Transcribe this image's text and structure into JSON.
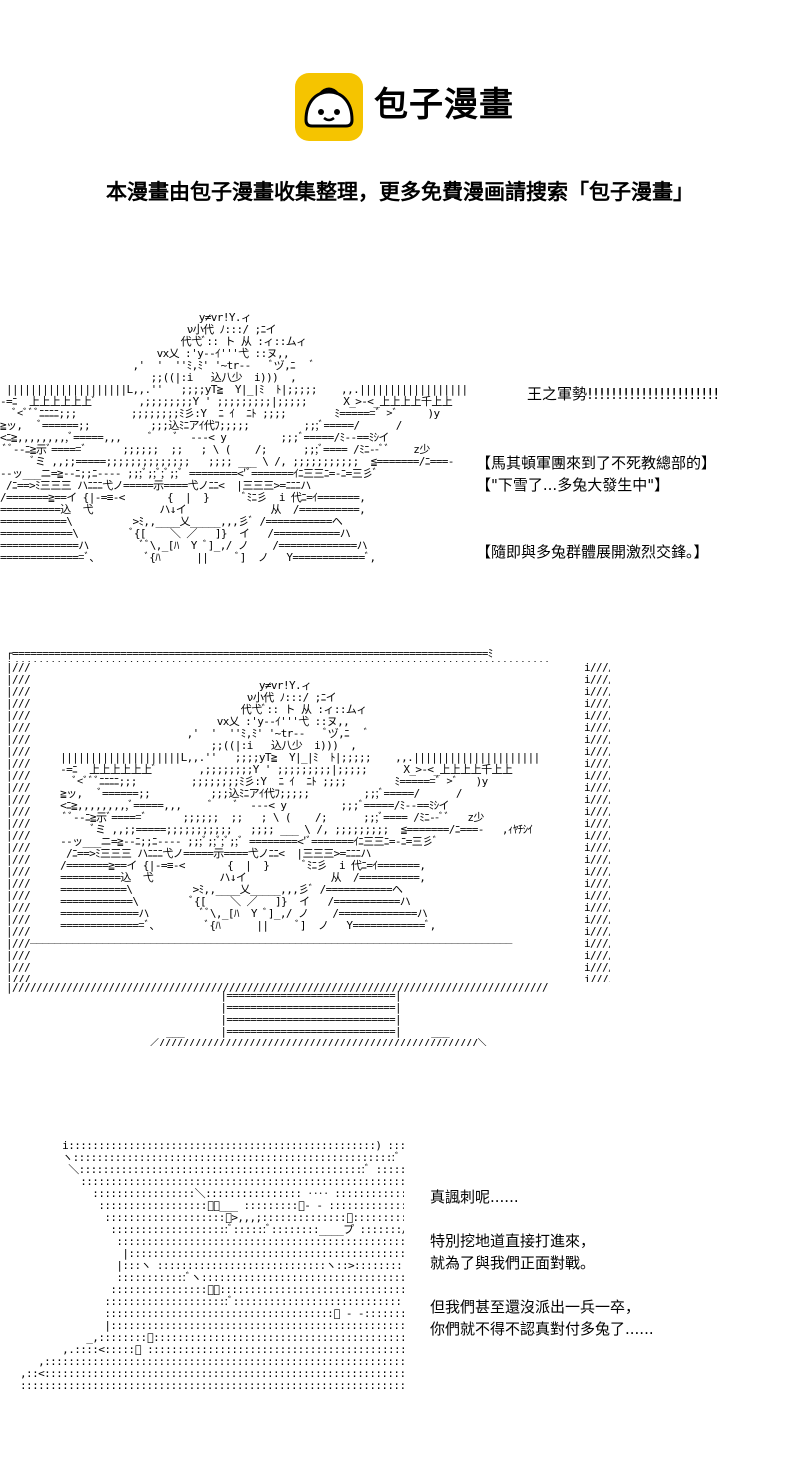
{
  "header": {
    "logo_text": "包子漫畫",
    "banner": "本漫畫由包子漫畫收集整理，更多免費漫画請搜索「包子漫畫」"
  },
  "panel1": {
    "captions": [
      "王之軍勢!!!!!!!!!!!!!!!!!!!!!!",
      "【馬其頓軍團來到了不死教總部的】",
      "【\"下雪了...多兔大發生中\"】",
      "【隨即與多兔群體展開激烈交鋒。】"
    ]
  },
  "panel3": {
    "lines": [
      "真諷刺呢......",
      "特別挖地道直接打進來，",
      "就為了與我們正面對戰。",
      "但我們甚至還沒派出一兵一卒，",
      "你們就不得不認真對付多兔了......"
    ]
  },
  "colors": {
    "logo_bg": "#f5c400",
    "logo_face": "#ffffff",
    "ink": "#000000"
  }
}
